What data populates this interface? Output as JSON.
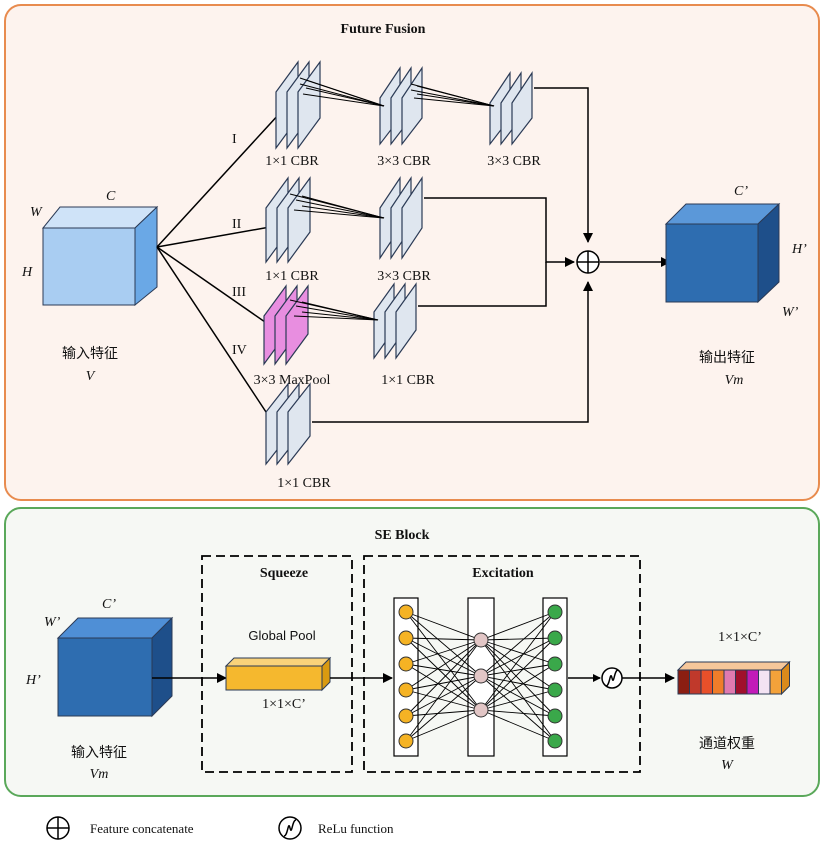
{
  "top": {
    "title": "Future Fusion",
    "branches": [
      "I",
      "II",
      "III",
      "IV"
    ],
    "input": {
      "dim_w": "W",
      "dim_c": "C",
      "dim_h": "H",
      "label": "输入特征",
      "var": "V"
    },
    "output": {
      "dim_c": "C’",
      "dim_h": "H’",
      "dim_w": "W’",
      "label": "输出特征",
      "var": "Vm"
    },
    "ops": {
      "b1_a": "1×1 CBR",
      "b1_b": "3×3 CBR",
      "b1_c": "3×3 CBR",
      "b2_a": "1×1 CBR",
      "b2_b": "3×3 CBR",
      "b3_a": "3×3 MaxPool",
      "b3_b": "1×1 CBR",
      "b4_a": "1×1 CBR"
    }
  },
  "se": {
    "title": "SE Block",
    "input": {
      "dim_w": "W’",
      "dim_c": "C’",
      "dim_h": "H’",
      "label": "输入特征",
      "var": "Vm"
    },
    "squeeze": {
      "title": "Squeeze",
      "op": "Global Pool",
      "out": "1×1×C’"
    },
    "excitation": {
      "title": "Excitation"
    },
    "output": {
      "dim": "1×1×C’",
      "label": "通道权重",
      "var": "W"
    }
  },
  "legend": {
    "concat": "Feature concatenate",
    "relu": "ReLu function"
  },
  "colors": {
    "top_border": "#e88b4e",
    "top_fill": "#fdf3ee",
    "se_border": "#5aa85a",
    "se_fill": "#f6f8f4",
    "input_cube": "#a9cdf2",
    "output_cube": "#2e6db0",
    "slice": "#dfe6ef",
    "slice_edge": "#2b3a55",
    "maxpool": "#e88ee0",
    "feature_bar": "#f5b82e",
    "neuron_in": "#f5b324",
    "neuron_hidden": "#e2c6c6",
    "neuron_out": "#3aa84a",
    "weights": [
      "#8b1e12",
      "#c0392b",
      "#e8502a",
      "#f07d2a",
      "#e07ab0",
      "#a0102c",
      "#c21bb8",
      "#f3e3f3",
      "#f3a23a"
    ]
  }
}
